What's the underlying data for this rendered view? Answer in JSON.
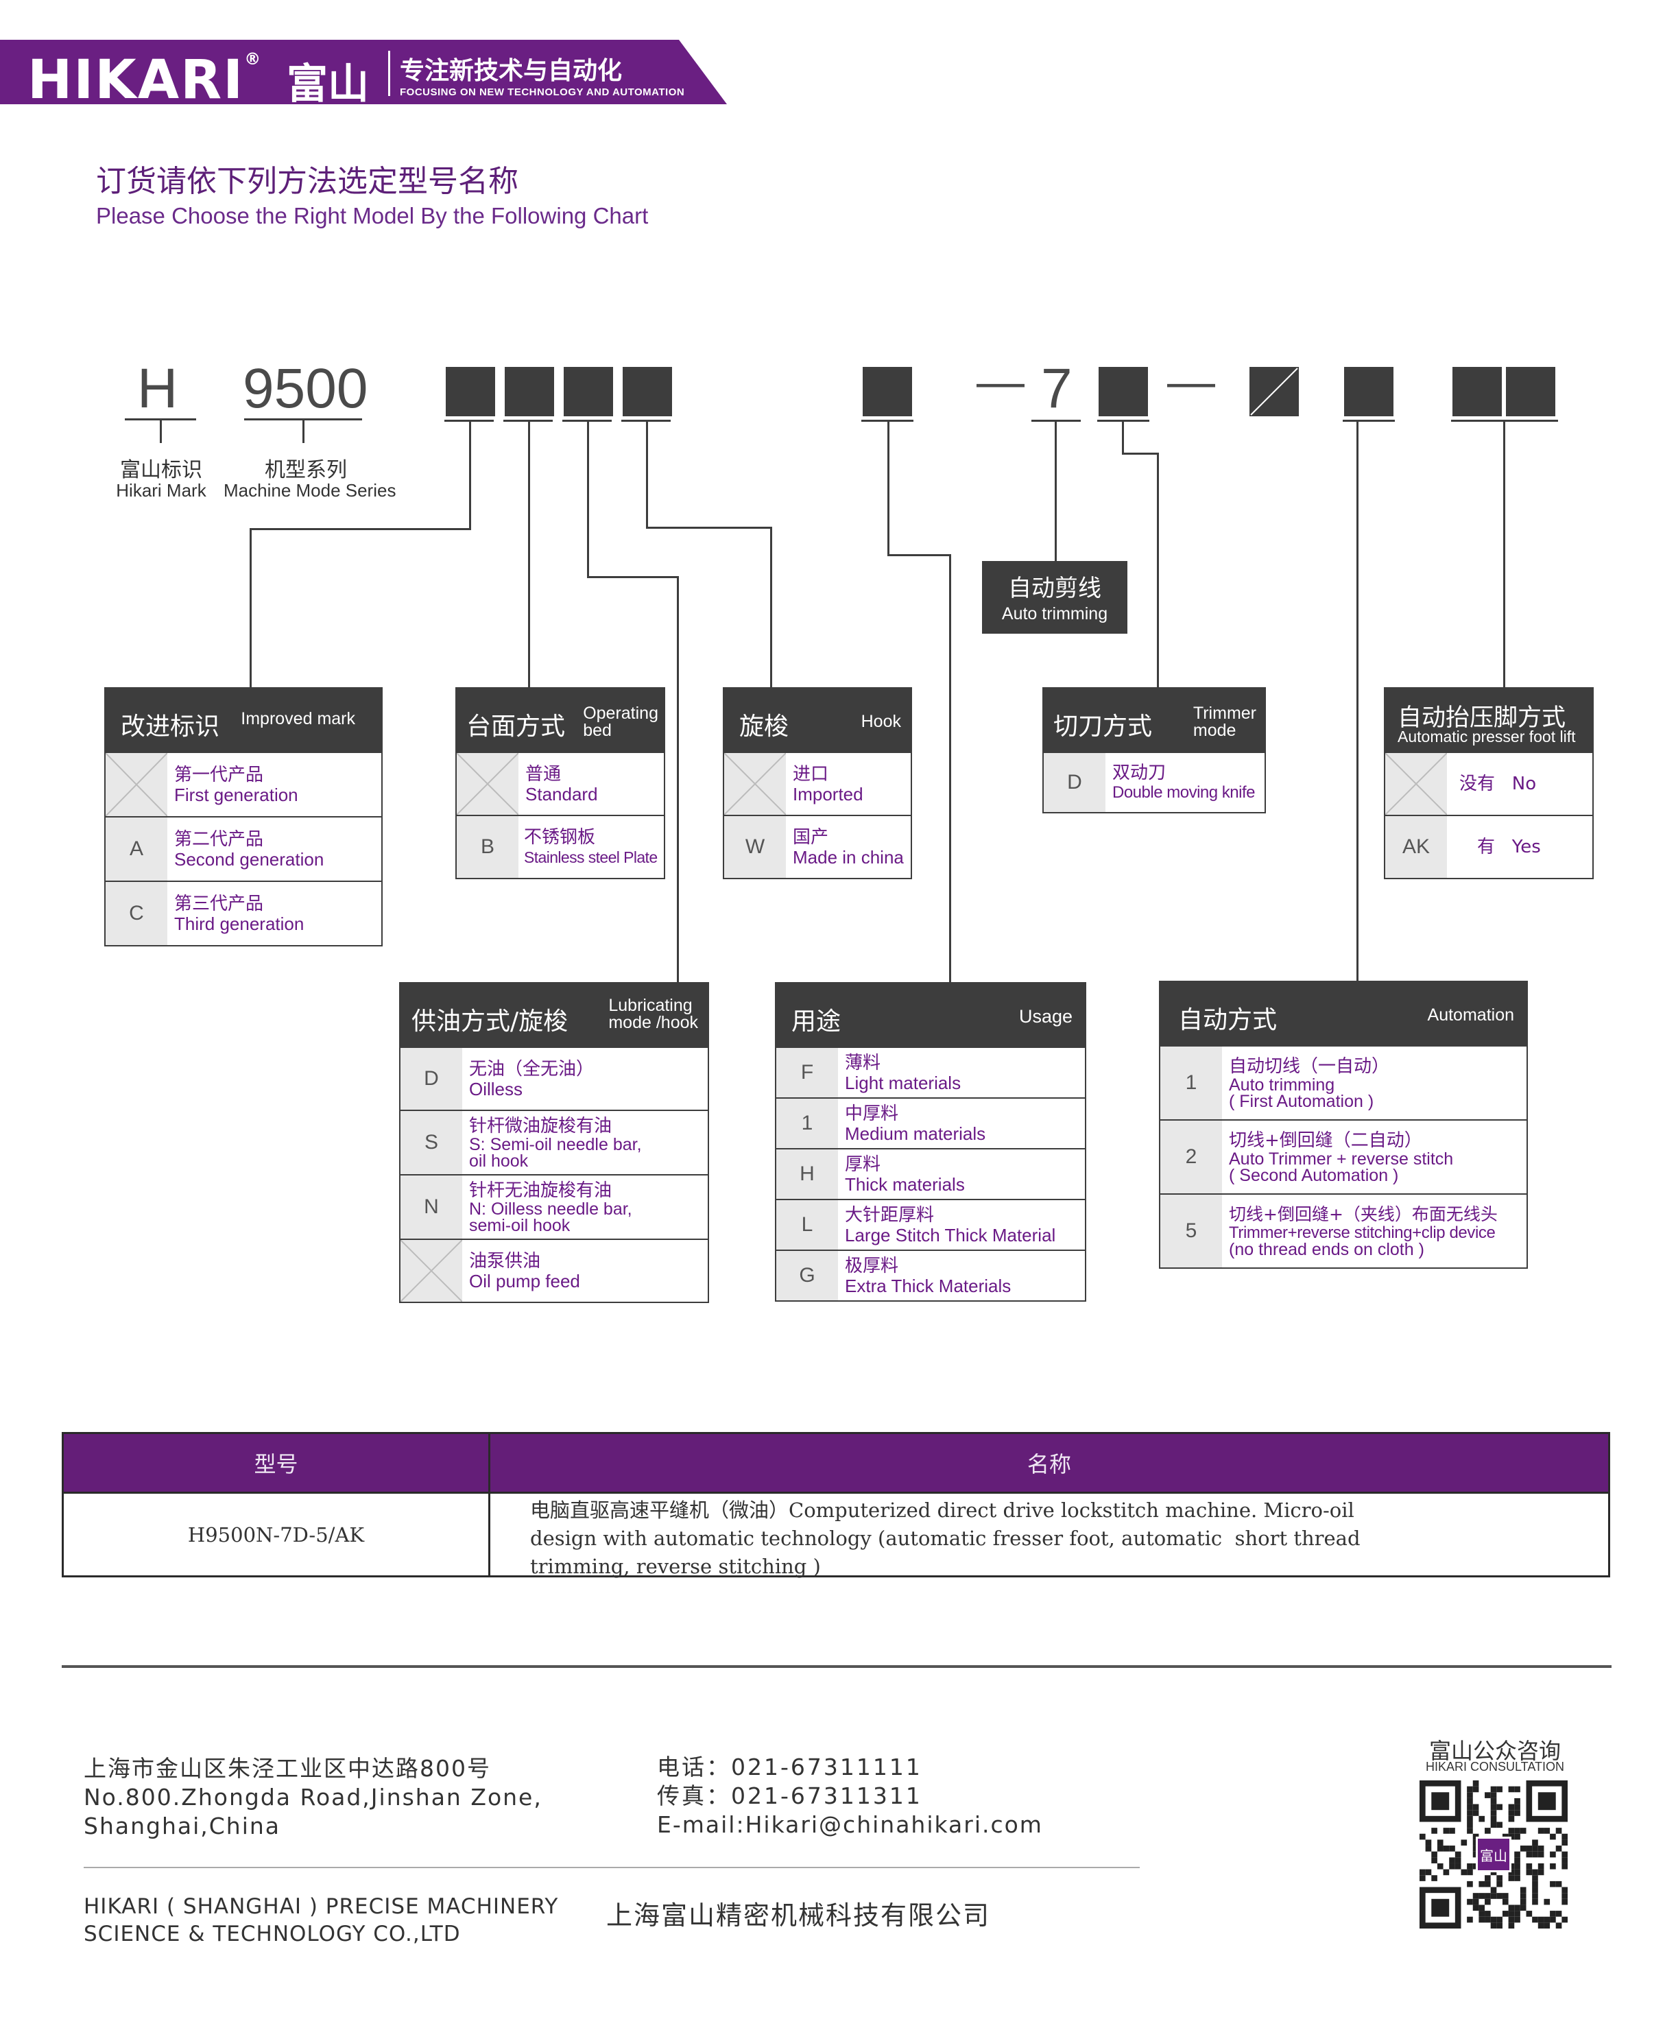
{
  "header": {
    "brand": "HIKARI",
    "registered": "®",
    "brand_cn": "富山",
    "slogan_cn": "专注新技术与自动化",
    "slogan_en": "FOCUSING ON NEW TECHNOLOGY AND AUTOMATION",
    "banner_color": "#6a1f82"
  },
  "title": {
    "cn": "订货请依下列方法选定型号名称",
    "en": "Please Choose the Right Model By the Following Chart"
  },
  "model": {
    "h": "H",
    "series": "9500",
    "dash1": "—",
    "seven": "7",
    "dash2": "—",
    "mark_cn": "富山标识",
    "mark_en": "Hikari Mark",
    "series_cn": "机型系列",
    "series_en": "Machine Mode Series",
    "auto_trim_cn": "自动剪线",
    "auto_trim_en": "Auto trimming"
  },
  "boxes": {
    "improved": {
      "cn": "改进标识",
      "en": "Improved mark",
      "rows": [
        {
          "code": "",
          "cn": "第一代产品",
          "en": "First generation"
        },
        {
          "code": "A",
          "cn": "第二代产品",
          "en": "Second generation"
        },
        {
          "code": "C",
          "cn": "第三代产品",
          "en": "Third generation"
        }
      ]
    },
    "bed": {
      "cn": "台面方式",
      "en1": "Operating",
      "en2": "bed",
      "rows": [
        {
          "code": "",
          "cn": "普通",
          "en": "Standard"
        },
        {
          "code": "B",
          "cn": "不锈钢板",
          "en": "Stainless steel Plate"
        }
      ]
    },
    "hook": {
      "cn": "旋梭",
      "en": "Hook",
      "rows": [
        {
          "code": "",
          "cn": "进口",
          "en": "Imported"
        },
        {
          "code": "W",
          "cn": "国产",
          "en": "Made in china"
        }
      ]
    },
    "trimmer": {
      "cn": "切刀方式",
      "en1": "Trimmer",
      "en2": "mode",
      "rows": [
        {
          "code": "D",
          "cn": "双动刀",
          "en": "Double moving knife"
        }
      ]
    },
    "presser": {
      "cn": "自动抬压脚方式",
      "en": "Automatic presser foot lift",
      "rows": [
        {
          "code": "",
          "text": "没有   No"
        },
        {
          "code": "AK",
          "text": "有   Yes"
        }
      ]
    },
    "lube": {
      "cn": "供油方式/旋梭",
      "en1": "Lubricating",
      "en2": "mode /hook",
      "rows": [
        {
          "code": "D",
          "cn": "无油（全无油）",
          "en1": "Oilless",
          "en2": ""
        },
        {
          "code": "S",
          "cn": "针杆微油旋梭有油",
          "en1": "S: Semi-oil needle bar,",
          "en2": "oil hook"
        },
        {
          "code": "N",
          "cn": "针杆无油旋梭有油",
          "en1": "N: Oilless needle bar,",
          "en2": "semi-oil hook"
        },
        {
          "code": "",
          "cn": "油泵供油",
          "en1": "Oil pump feed",
          "en2": ""
        }
      ]
    },
    "usage": {
      "cn": "用途",
      "en": "Usage",
      "rows": [
        {
          "code": "F",
          "cn": "薄料",
          "en": "Light materials"
        },
        {
          "code": "1",
          "cn": "中厚料",
          "en": "Medium materials"
        },
        {
          "code": "H",
          "cn": "厚料",
          "en": "Thick materials"
        },
        {
          "code": "L",
          "cn": "大针距厚料",
          "en": "Large Stitch Thick Material"
        },
        {
          "code": "G",
          "cn": "极厚料",
          "en": "Extra Thick Materials"
        }
      ]
    },
    "automation": {
      "cn": "自动方式",
      "en": "Automation",
      "rows": [
        {
          "code": "1",
          "cn": "自动切线（一自动）",
          "en1": "Auto trimming",
          "en2": "( First Automation )"
        },
        {
          "code": "2",
          "cn": "切线+倒回缝（二自动）",
          "en1": "Auto Trimmer + reverse stitch",
          "en2": "( Second Automation )"
        },
        {
          "code": "5",
          "cn": "切线+倒回缝+（夹线）布面无线头",
          "en1": "Trimmer+reverse stitching+clip device",
          "en2": "(no thread ends on cloth )"
        }
      ]
    }
  },
  "product_table": {
    "col_model": "型号",
    "col_name": "名称",
    "model": "H9500N-7D-5/AK",
    "name_lines": [
      "电脑直驱高速平缝机（微油）Computerized direct drive lockstitch machine. Micro-oil",
      "design with automatic technology (automatic fresser foot, automatic  short thread",
      "trimming, reverse stitching )"
    ]
  },
  "footer": {
    "addr_cn": "上海市金山区朱泾工业区中达路800号",
    "addr_en1": "No.800.Zhongda Road,Jinshan Zone,",
    "addr_en2": "Shanghai,China",
    "tel": "电话：021-67311111",
    "fax": "传真：021-67311311",
    "email": "E-mail:Hikari@chinahikari.com",
    "company_en1": "HIKARI ( SHANGHAI ) PRECISE MACHINERY",
    "company_en2": "SCIENCE & TECHNOLOGY CO.,LTD",
    "company_cn": "上海富山精密机械科技有限公司",
    "qr_title_cn": "富山公众咨询",
    "qr_title_en": "HIKARI CONSULTATION",
    "qr_center": "富山"
  }
}
